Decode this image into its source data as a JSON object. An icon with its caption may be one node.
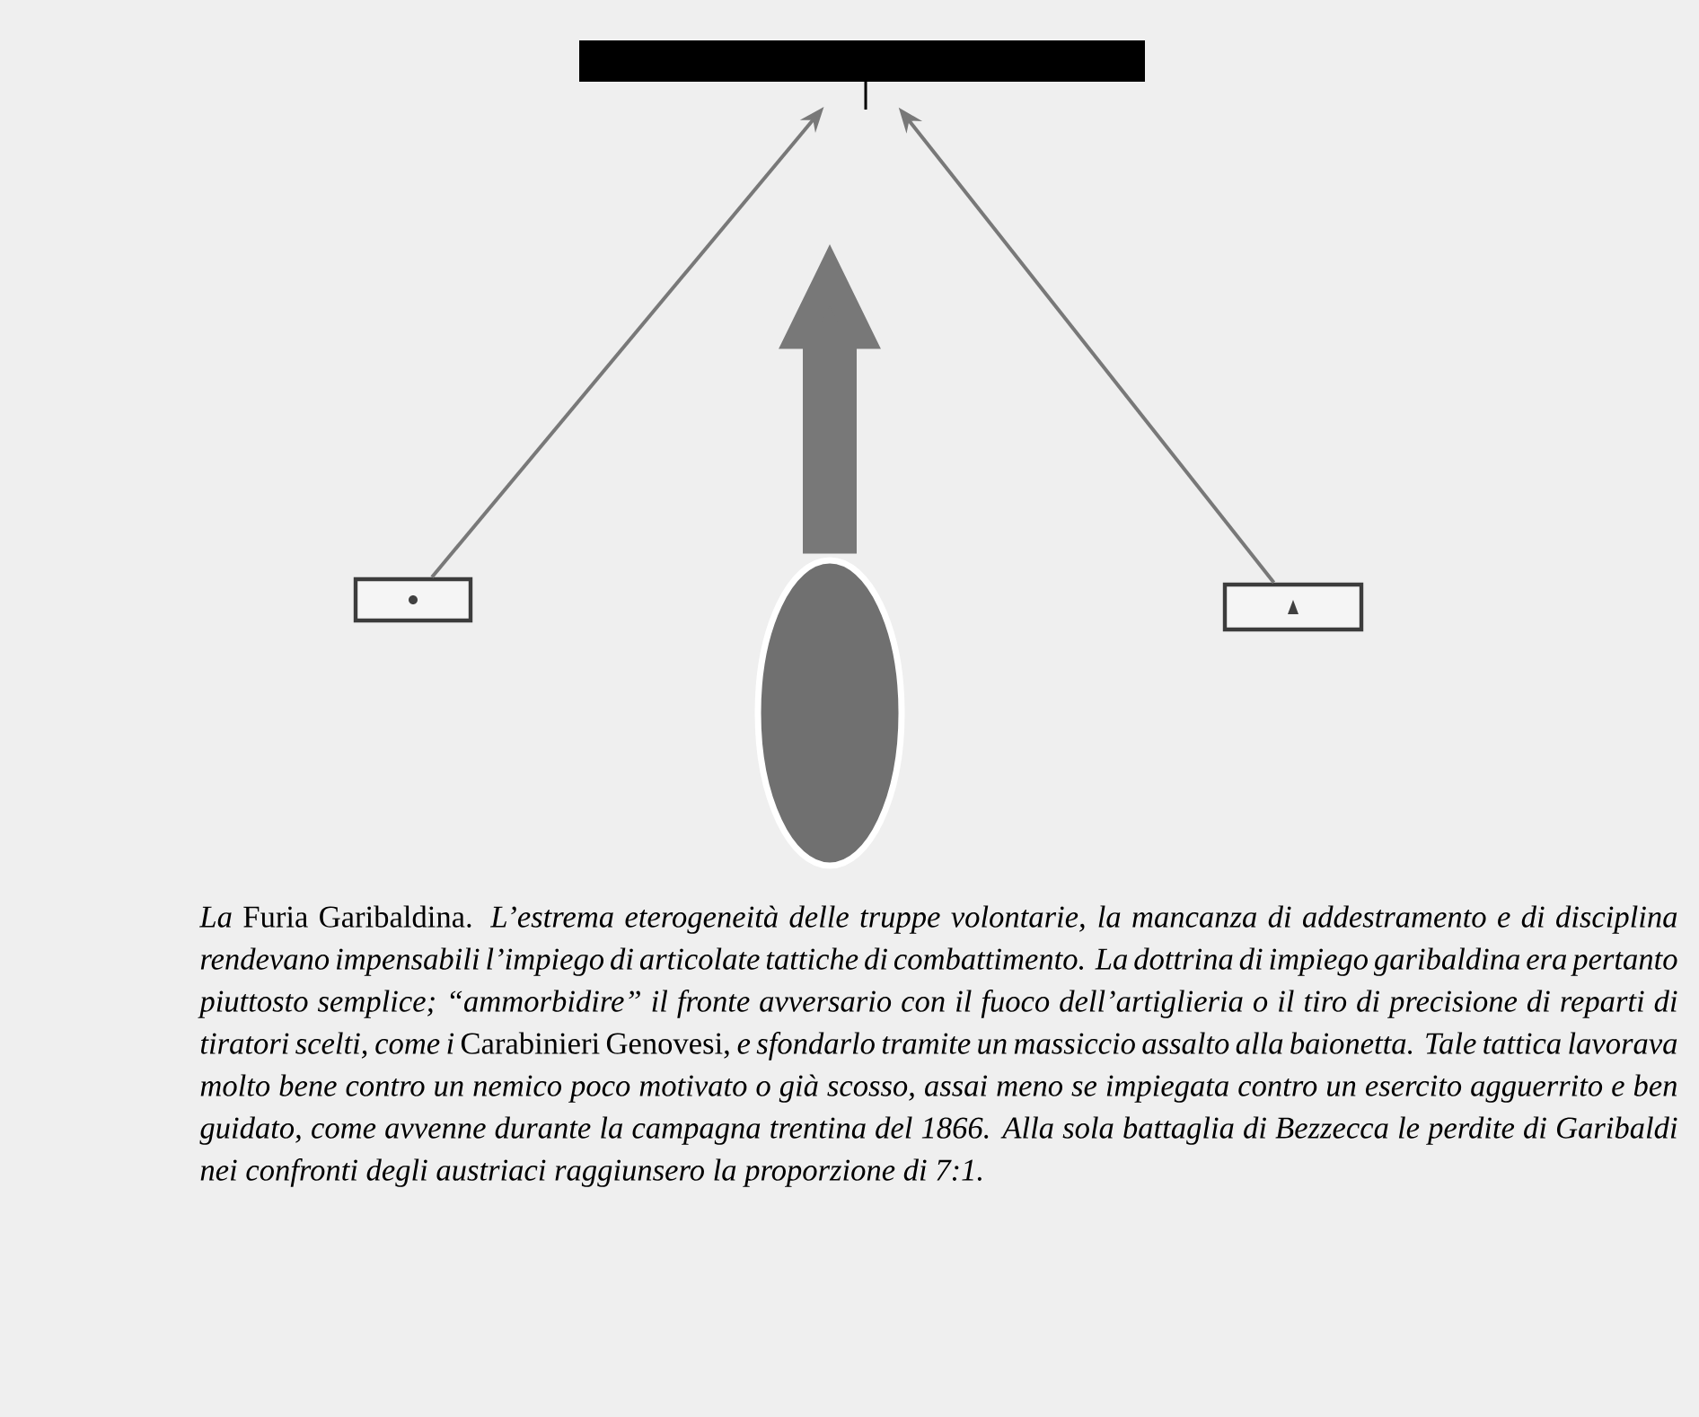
{
  "diagram": {
    "caption": "*La* Furia Garibaldina. *L’estrema eterogeneità delle truppe volontarie, la mancanza di addestramento e di disciplina rendevano impensabili l’impiego di articolate tattiche di combattimento. La dottrina di impiego garibaldina era pertanto piuttosto semplice; “ammorbidire” il fronte avversario con il fuoco dell’artiglieria o il tiro di precisione di reparti di tiratori scelti, come i* Carabinieri Genovesi, *e sfondarlo tramite un massiccio assalto alla baionetta. Tale tattica lavorava molto bene contro un nemico poco motivato o già scosso, assai meno se impiegata contro un esercito agguerrito e ben guidato, come avvenne durante la campagna trentina del 1866. Alla sola battaglia di Bezzecca le perdite di Garibaldi nei confronti degli austriaci raggiunsero la proporzione di 7:1.*",
    "nodes": [
      {
        "text": [],
        "shape": "bar"
      },
      {
        "text": [],
        "shape": "box"
      },
      {
        "text": [],
        "shape": "box"
      },
      {
        "text": [],
        "shape": "ellipse"
      }
    ],
    "edges": [
      {
        "from": 1,
        "to": 0,
        "arrow": "to"
      },
      {
        "from": 2,
        "to": 0,
        "arrow": "to"
      },
      {
        "from": 3,
        "to": null,
        "arrow": "to",
        "style": "thick"
      }
    ]
  }
}
